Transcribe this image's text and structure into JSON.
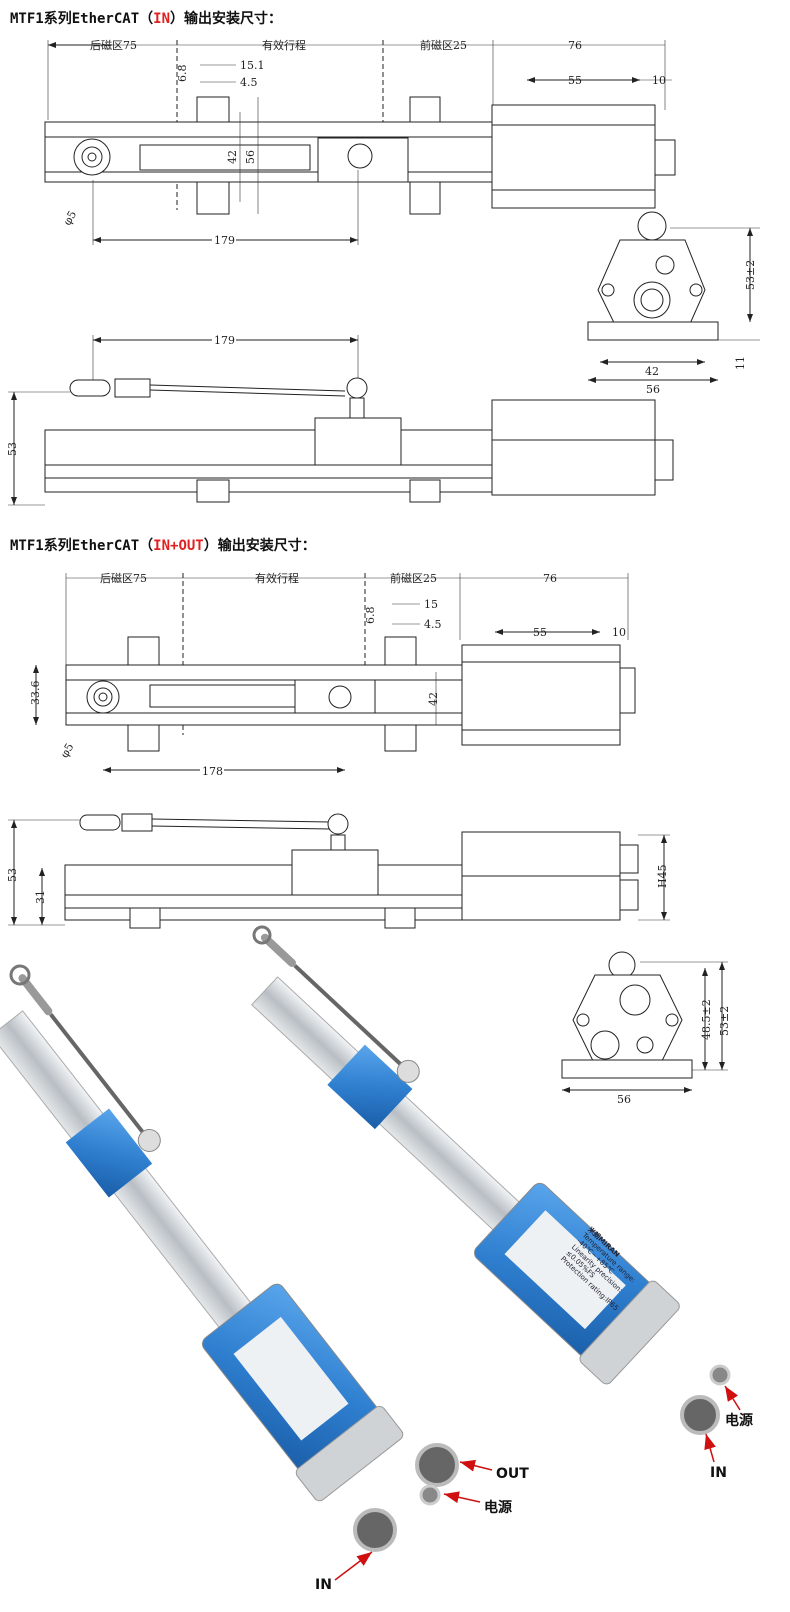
{
  "section1": {
    "title_prefix": "MTF1系列EtherCAT（",
    "title_highlight": "IN",
    "title_suffix": "）输出安装尺寸：",
    "dims": {
      "rear_zone": "后磁区75",
      "stroke": "有效行程",
      "front_zone": "前磁区25",
      "head_len": "76",
      "head_body": "55",
      "connector": "10",
      "d15": "15.1",
      "d45": "4.5",
      "d68": "6.8",
      "d42": "42",
      "d56": "56",
      "phi": "φ5",
      "rod": "179",
      "end_h": "53±2",
      "end_base": "11",
      "end_w42": "42",
      "end_w56": "56",
      "side_rod": "179",
      "side_h": "53"
    }
  },
  "section2": {
    "title_prefix": "MTF1系列EtherCAT（",
    "title_highlight": "IN+OUT",
    "title_suffix": "）输出安装尺寸：",
    "dims": {
      "rear_zone": "后磁区75",
      "stroke": "有效行程",
      "front_zone": "前磁区25",
      "head_len": "76",
      "head_body": "55",
      "connector": "10",
      "d15": "15",
      "d45": "4.5",
      "d68": "6.8",
      "d42": "42",
      "h336": "33.6",
      "phi": "φ5",
      "rod": "178",
      "side_h": "53",
      "side_31": "31",
      "side_h45": "H45",
      "end_h485": "48.5±2",
      "end_h53": "53±2",
      "end_w56": "56"
    }
  },
  "photo": {
    "label_lines": [
      "Temperature range:",
      "-40℃~+85℃",
      "Linearity precision:",
      "≤0.05%FS",
      "Protection rating:IP65"
    ],
    "brand": "米朗MIRAN",
    "left_callouts": {
      "out": "OUT",
      "power": "电源",
      "in": "IN"
    },
    "right_callouts": {
      "power": "电源",
      "in": "IN"
    }
  },
  "colors": {
    "accent_red": "#e02020",
    "sensor_blue": "#2f7fd0",
    "aluminum": "#c9ced3"
  }
}
